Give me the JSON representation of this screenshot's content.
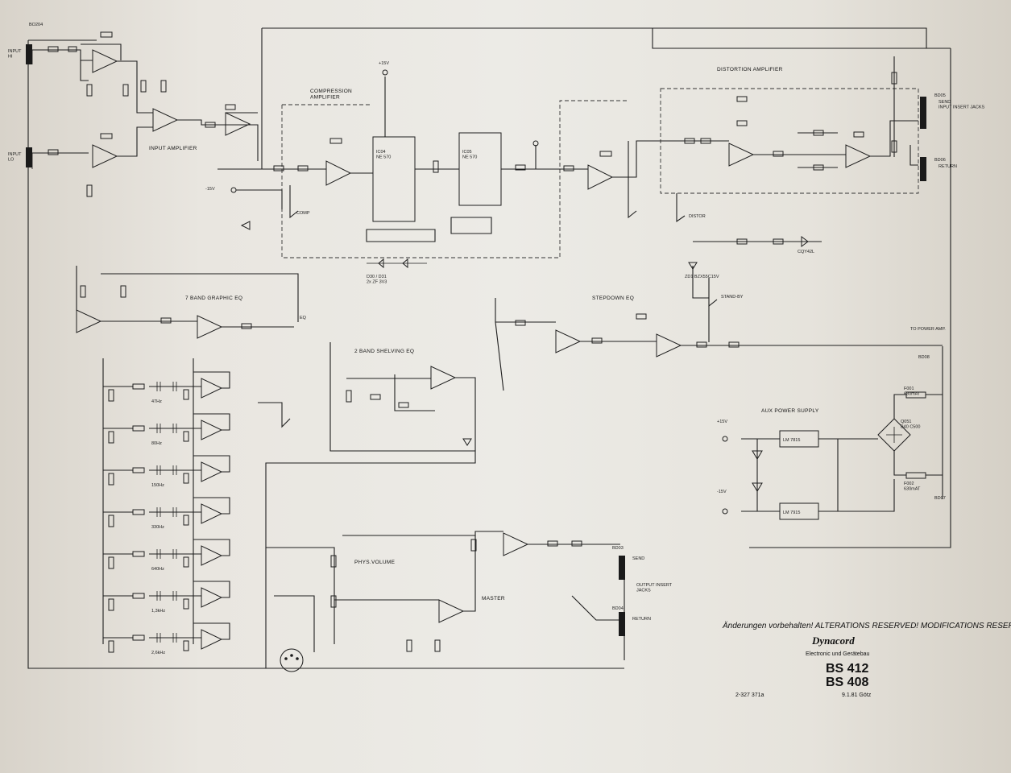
{
  "sections": {
    "input_amplifier": "INPUT AMPLIFIER",
    "compression_amplifier": "COMPRESSION\nAMPLIFIER",
    "distortion_amplifier": "DISTORTION AMPLIFIER",
    "graphic_eq": "7 BAND GRAPHIC EQ",
    "shelving_eq": "2 BAND SHELVING EQ",
    "stepdown_eq": "STEPDOWN EQ",
    "aux_power_supply": "AUX POWER SUPPLY",
    "phys_volume": "PHYS.VOLUME",
    "master": "MASTER",
    "to_power_amp": "TO POWER AMP.",
    "output_insert": "OUTPUT INSERT\nJACKS",
    "input_insert": "SEND\nINPUT INSERT JACKS",
    "send": "SEND",
    "return": "RETURN",
    "return2": "RETURN",
    "send_out": "SEND",
    "return_out": "RETURN"
  },
  "labels": {
    "bu_top": "BO204",
    "input_hi": "INPUT\nHI",
    "input_lo": "INPUT\nLO",
    "plus15": "+15V",
    "minus15": "-15V",
    "plus15b": "+15V",
    "minus15b": "-15V",
    "ic_compressor": "IC04\nNE 570",
    "ic_comp2": "IC05\nNE 570",
    "bd_top": "BD05",
    "bd_return": "BD06",
    "bd_power": "BD08",
    "bd_out": "BD07",
    "bd_send": "BD03",
    "bd_ret2": "BD04",
    "lm7815": "LM 7815",
    "lm7915": "LM 7915",
    "rectifier": "Q051\nB40 C500",
    "fuse1": "F001\n630mAT",
    "fuse2": "F002\n630mAT",
    "comp": "COMP",
    "eq": "EQ",
    "distor": "DISTOR",
    "standby": "STAND-BY",
    "diode_z": "ZD1 BZX55C15V",
    "led": "CQY42L",
    "zener_pair": "D30 / D31\n2x ZF 3V3"
  },
  "eq_bands": [
    "47Hz",
    "80Hz",
    "150Hz",
    "330Hz",
    "640Hz",
    "1,3kHz",
    "2,6kHz"
  ],
  "branding": {
    "notice": "Änderungen vorbehalten! ALTERATIONS RESERVED! MODIFICATIONS RESERVEES!",
    "brand": "Dynacord",
    "company": "Electronic und Gerätebau",
    "model_1": "BS 412",
    "model_2": "BS 408",
    "drawing_number": "2-327 371a",
    "date": "9.1.81 Götz"
  }
}
